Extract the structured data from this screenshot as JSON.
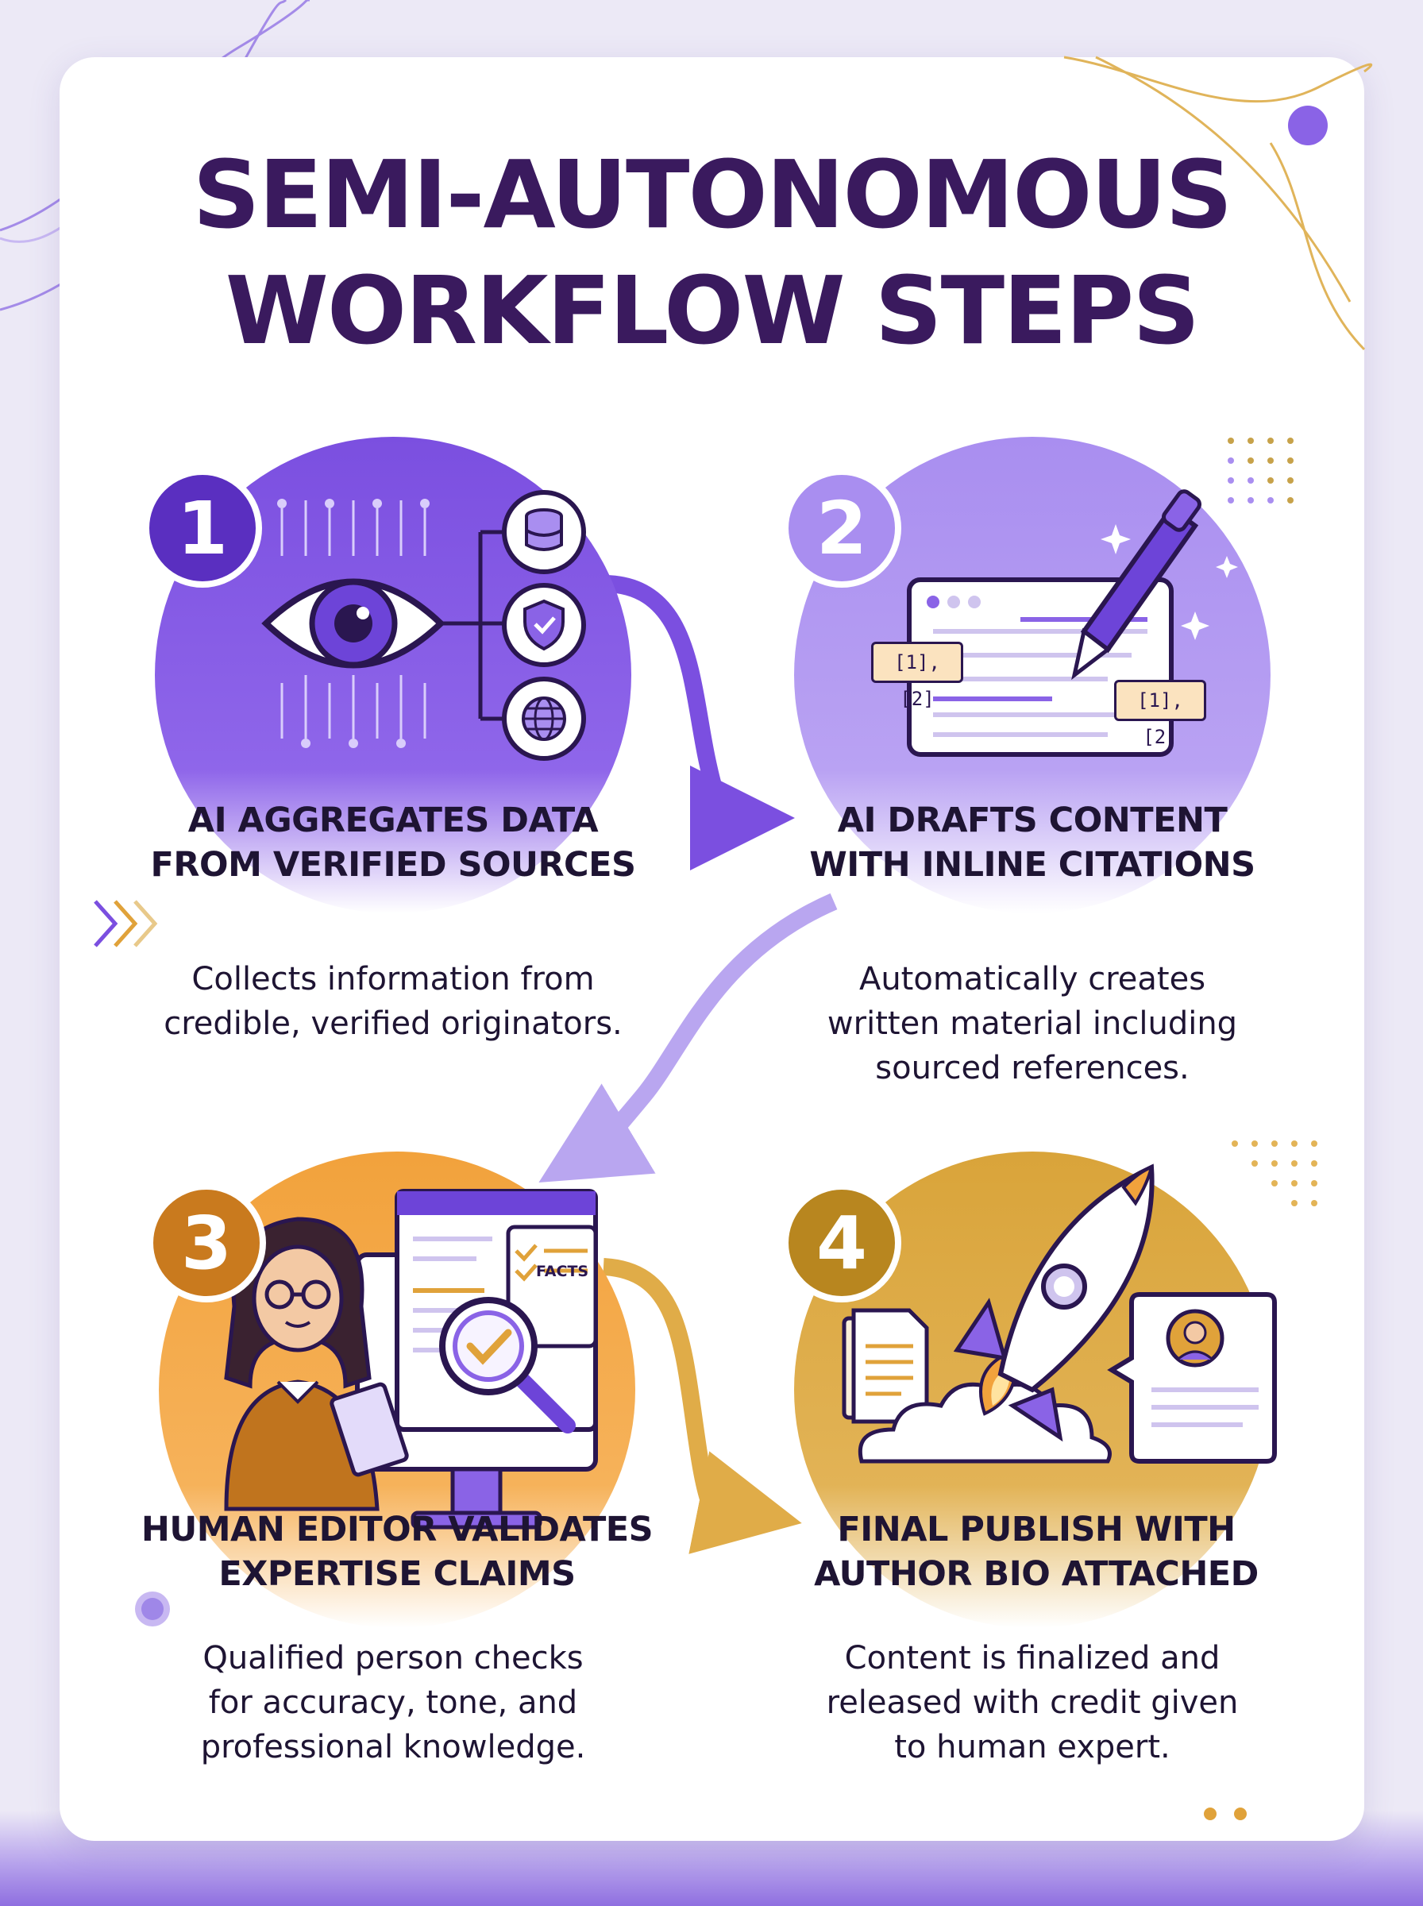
{
  "title": {
    "line1": "SEMI-AUTONOMOUS",
    "line2": "WORKFLOW STEPS"
  },
  "colors": {
    "title": "#3a1a5e",
    "purple_dark": "#7b4fe0",
    "purple_light": "#a98ef0",
    "orange": "#f2a23c",
    "gold": "#d9a43a"
  },
  "steps": [
    {
      "number": "1",
      "heading_line1": "AI AGGREGATES DATA",
      "heading_line2": "FROM VERIFIED SOURCES",
      "desc_line1": "Collects information from",
      "desc_line2": "credible, verified originators.",
      "icons": [
        "eye-icon",
        "database-icon",
        "shield-check-icon",
        "globe-icon"
      ]
    },
    {
      "number": "2",
      "heading_line1": "AI DRAFTS CONTENT",
      "heading_line2": "WITH INLINE CITATIONS",
      "desc_line1": "Automatically creates",
      "desc_line2": "written material including",
      "desc_line3": "sourced references.",
      "citation_label": "[1], [2]",
      "icons": [
        "document-icon",
        "pen-icon",
        "sparkle-icon"
      ]
    },
    {
      "number": "3",
      "heading_line1": "HUMAN EDITOR VALIDATES",
      "heading_line2": "EXPERTISE CLAIMS",
      "desc_line1": "Qualified person checks",
      "desc_line2": "for accuracy, tone, and",
      "desc_line3": "professional knowledge.",
      "facts_label": "FACTS",
      "icons": [
        "editor-person-icon",
        "monitor-icon",
        "magnifier-check-icon"
      ]
    },
    {
      "number": "4",
      "heading_line1": "FINAL PUBLISH WITH",
      "heading_line2": "AUTHOR BIO ATTACHED",
      "desc_line1": "Content is finalized and",
      "desc_line2": "released with credit given",
      "desc_line3": "to human expert.",
      "icons": [
        "rocket-icon",
        "document-stack-icon",
        "author-bio-icon"
      ]
    }
  ]
}
